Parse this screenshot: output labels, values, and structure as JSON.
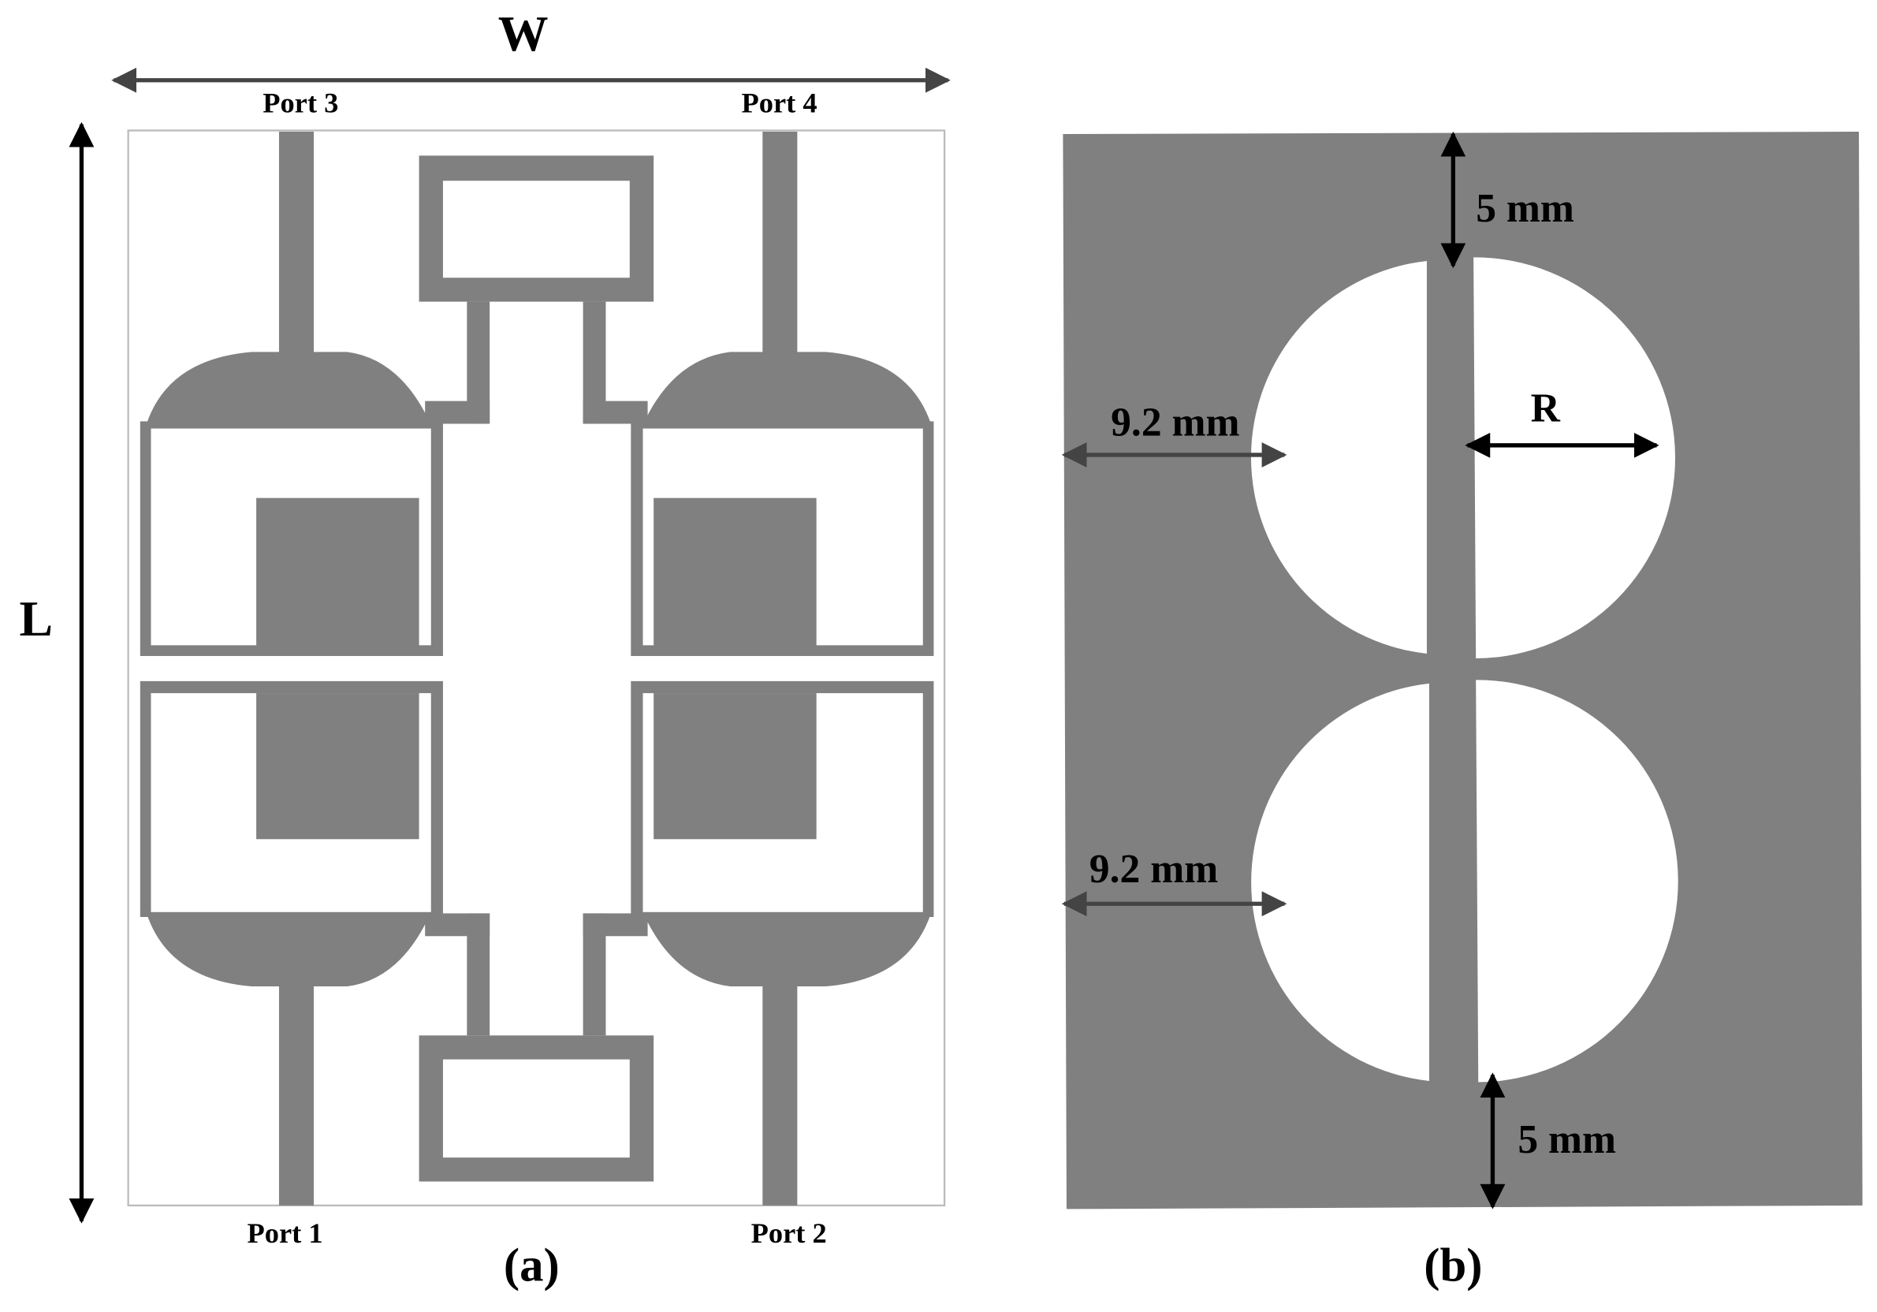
{
  "figure": {
    "panel_a": {
      "caption": "(a)",
      "width_label": "W",
      "length_label": "L",
      "ports": [
        "Port 3",
        "Port 4",
        "Port 1",
        "Port 2"
      ]
    },
    "panel_b": {
      "caption": "(b)",
      "top_gap_label": "5 mm",
      "bottom_gap_label": "5 mm",
      "left_gap_top_label": "9.2 mm",
      "left_gap_bottom_label": "9.2 mm",
      "radius_label": "R"
    }
  },
  "colors": {
    "metal": "#808080",
    "background": "#ffffff",
    "substrate_outline": "#bbbbbb",
    "arrow_dark": "#000000",
    "arrow_gray": "#444444"
  }
}
